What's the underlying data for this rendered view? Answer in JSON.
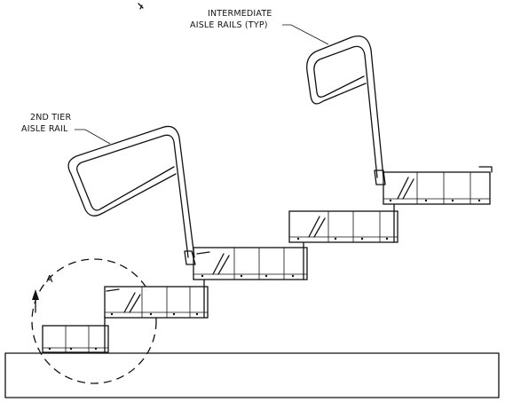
{
  "callouts": {
    "intermediate_line1": "INTERMEDIATE",
    "intermediate_line2": "AISLE RAILS (TYP)",
    "second_tier_line1": "2ND TIER",
    "second_tier_line2": "AISLE RAIL",
    "detail_label": "A"
  },
  "stroke_color": "#111111",
  "background_color": "#ffffff"
}
